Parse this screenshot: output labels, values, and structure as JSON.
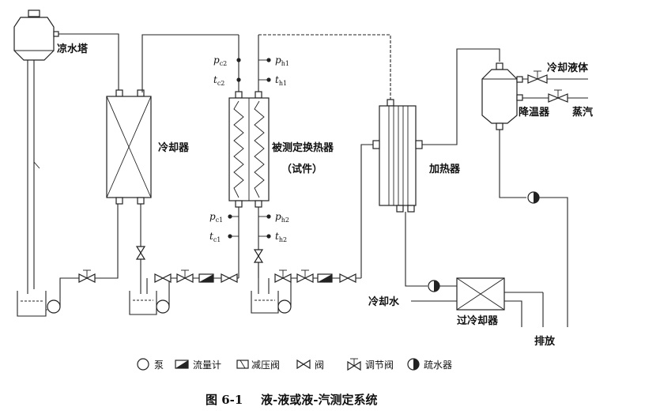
{
  "labels": {
    "cooling_tower": "凉水塔",
    "cooler": "冷却器",
    "exchanger": "被测定换热器",
    "exchanger_sub": "（试件）",
    "heater": "加热器",
    "coolant": "冷却液体",
    "steam": "蒸汽",
    "desuperheater": "降温器",
    "cooling_water": "冷却水",
    "subcooler": "过冷却器",
    "drain": "排放"
  },
  "points": {
    "pc2": {
      "base": "p",
      "sub": "c2"
    },
    "tc2": {
      "base": "t",
      "sub": "c2"
    },
    "ph1": {
      "base": "p",
      "sub": "h1"
    },
    "th1": {
      "base": "t",
      "sub": "h1"
    },
    "pc1": {
      "base": "p",
      "sub": "c1"
    },
    "tc1": {
      "base": "t",
      "sub": "c1"
    },
    "ph2": {
      "base": "p",
      "sub": "h2"
    },
    "th2": {
      "base": "t",
      "sub": "h2"
    }
  },
  "legend": {
    "pump": "泵",
    "flowmeter": "流量计",
    "reducing_valve": "减压阀",
    "stop_valve": "阀",
    "control_valve": "调节阀",
    "steam_trap": "疏水器"
  },
  "caption": {
    "number": "图 6-1",
    "title": "液-液或液-汽测定系统"
  }
}
